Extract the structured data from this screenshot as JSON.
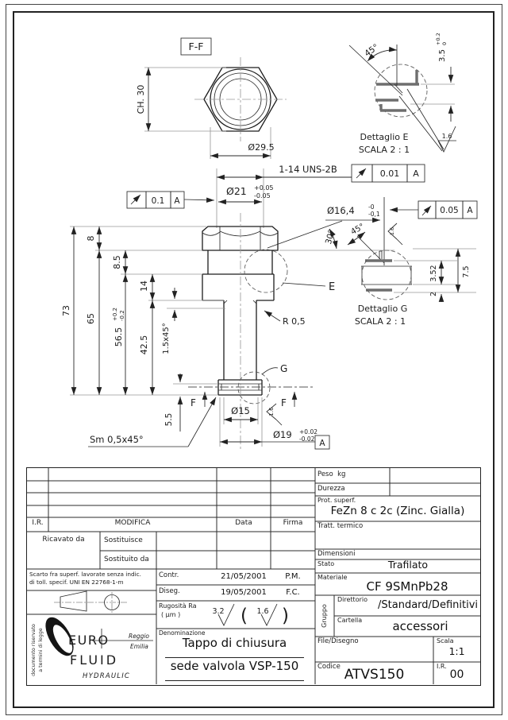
{
  "drawing": {
    "section_label": "F-F",
    "ch30": "CH. 30",
    "d295": "Ø29.5",
    "thread": "1-14 UNS-2B",
    "d21": {
      "v": "Ø21",
      "hi": "+0.05",
      "lo": "-0.05"
    },
    "f01": {
      "v": "0.1",
      "datum": "A"
    },
    "f001": {
      "v": "0.01",
      "datum": "A"
    },
    "f005": {
      "v": "0.05",
      "datum": "A"
    },
    "d164": {
      "v": "Ø16,4",
      "hi": "-0",
      "lo": "-0,1"
    },
    "angle30": "30°",
    "r05": "R 0,5",
    "label_e": "E",
    "label_g": "G",
    "label_f_left": "F",
    "label_f_right": "F",
    "d15": "Ø15",
    "d19": {
      "v": "Ø19",
      "hi": "+0.02",
      "lo": "-0.02",
      "datum": "A"
    },
    "h55": "5.5",
    "sm": "Sm 0,5x45°",
    "h73": "73",
    "h65": "65",
    "h8": "8",
    "h85": "8.5",
    "h14": "14",
    "h425": "42.5",
    "h565": {
      "v": "56.5",
      "hi": "+0.2",
      "lo": "-0.2"
    },
    "ch15": "1.5x45°",
    "rough_shaft": "1.6",
    "det_e": {
      "title": "Dettaglio E",
      "scale": "SCALA 2 : 1",
      "angle": "45°",
      "dim": {
        "v": "3.5",
        "hi": "+0.2",
        "lo": "0"
      },
      "rough": "1.6"
    },
    "det_g": {
      "title": "Dettaglio G",
      "scale": "SCALA 2 : 1",
      "angle": "45°",
      "dim_a": "3.52",
      "dim_b": "2",
      "dim_c": "7.5",
      "rough": "1.6"
    }
  },
  "titleblock": {
    "rev": {
      "ir": "I.R.",
      "modifica": "MODIFICA",
      "data": "Data",
      "firma": "Firma",
      "ricavato": "Ricavato da",
      "sostituisce": "Sostituisce",
      "sostituito": "Sostituito da"
    },
    "tolerance_note_1": "Scarto fra superf. lavorate senza indic.",
    "tolerance_note_2": "di toll. specif. UNI EN 22768-1-m",
    "contr": {
      "label": "Contr.",
      "date": "21/05/2001",
      "sig": "P.M."
    },
    "diseg": {
      "label": "Diseg.",
      "date": "19/05/2001",
      "sig": "F.C."
    },
    "rugosita": {
      "label": "Rugosità Ra",
      "unit": "( µm )",
      "v1": "3.2",
      "v2": "1.6",
      "open": "(",
      "close": ")"
    },
    "denominazione": {
      "label": "Denominazione",
      "line1": "Tappo di chiusura",
      "line2": "sede valvola VSP-150"
    },
    "peso": "Peso  kg",
    "durezza": "Durezza",
    "prot": {
      "label": "Prot. superf.",
      "value": "FeZn 8 c 2c (Zinc. Gialla)"
    },
    "tratt": "Tratt. termico",
    "dimensioni": "Dimensioni",
    "stato": {
      "label": "Stato",
      "value": "Trafilato"
    },
    "materiale": {
      "label": "Materiale",
      "value": "CF 9SMnPb28"
    },
    "gruppo": {
      "label": "Gruppo",
      "direttorio_label": "Direttorio",
      "direttorio": "/Standard/Definitivi",
      "cartella_label": "Cartella",
      "cartella": "accessori"
    },
    "file": {
      "label": "File/Disegno"
    },
    "scala": {
      "label": "Scala",
      "value": "1:1"
    },
    "codice": {
      "label": "Codice",
      "value": "ATVS150"
    },
    "ir": {
      "label": "I.R.",
      "value": "00"
    },
    "logo": {
      "line1": "EURO",
      "line2": "FLUID",
      "line3": "HYDRAULIC",
      "loc1": "Reggio",
      "loc2": "Emilia"
    },
    "riservato_1": "documento riservato",
    "riservato_2": "a termini di legge"
  }
}
